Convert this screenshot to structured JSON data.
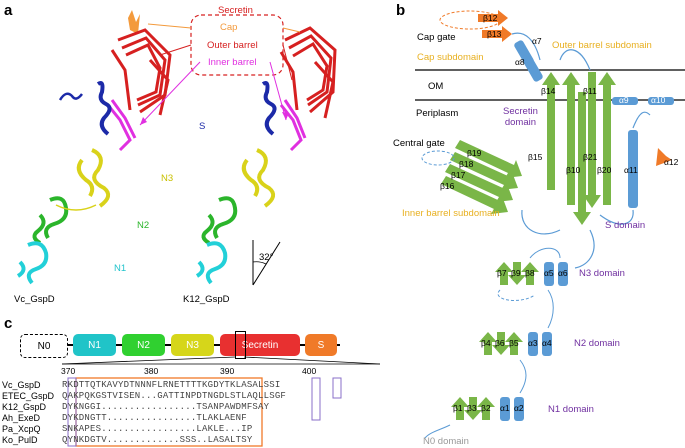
{
  "panels": {
    "a": "a",
    "b": "b",
    "c": "c"
  },
  "panel_a": {
    "legend": {
      "secretin": "Secretin",
      "cap": "Cap",
      "outer_barrel": "Outer barrel",
      "inner_barrel": "Inner barrel"
    },
    "labels": {
      "s": "S",
      "n3": "N3",
      "n2": "N2",
      "n1": "N1",
      "angle": "32°",
      "vc": "Vc_GspD",
      "k12": "K12_GspD"
    },
    "colors": {
      "secretin": "#d62020",
      "cap": "#f39a3c",
      "outer_barrel": "#d62020",
      "inner_barrel": "#e030e0",
      "s": "#1c2aa8",
      "n3": "#d9d21a",
      "n2": "#2bb52b",
      "n1": "#22d0d8"
    }
  },
  "panel_b": {
    "membranes": {
      "om": "OM",
      "periplasm": "Periplasm"
    },
    "labels": {
      "cap_gate": "Cap gate",
      "cap_subdomain": "Cap subdomain",
      "outer_barrel_subdomain": "Outer barrel subdomain",
      "secretin_domain": "Secretin\ndomain",
      "central_gate": "Central gate",
      "inner_barrel_subdomain": "Inner barrel subdomain",
      "s_domain": "S domain",
      "n3_domain": "N3 domain",
      "n2_domain": "N2 domain",
      "n1_domain": "N1 domain",
      "n0_domain": "N0 domain"
    },
    "elements": {
      "b12": "β12",
      "b13": "β13",
      "a7": "α7",
      "a8": "α8",
      "b14": "β14",
      "b11": "β11",
      "a9": "α9",
      "a10": "α10",
      "b19": "β19",
      "b18": "β18",
      "b17": "β17",
      "b16": "β16",
      "b15": "β15",
      "b10": "β10",
      "b21": "β21",
      "b20": "β20",
      "a11": "α11",
      "a12": "α12",
      "b7": "β7",
      "b9": "β9",
      "b8": "β8",
      "a5": "α5",
      "a6": "α6",
      "b4": "β4",
      "b6": "β6",
      "b5": "β5",
      "a3": "α3",
      "a4": "α4",
      "b1": "β1",
      "b3": "β3",
      "b2": "β2",
      "a1": "α1",
      "a2": "α2"
    },
    "colors": {
      "strand": "#7ab648",
      "helix": "#5b9bd5",
      "cap_strand": "#f07a28",
      "domain_label": "#7030a0",
      "subdomain_label": "#e8b020",
      "a12": "#f07a28"
    }
  },
  "panel_c": {
    "domains": [
      {
        "label": "N0",
        "color": "#ffffff"
      },
      {
        "label": "N1",
        "color": "#20c4c8"
      },
      {
        "label": "N2",
        "color": "#30d030"
      },
      {
        "label": "N3",
        "color": "#d6d61a"
      },
      {
        "label": "Secretin",
        "color": "#e83030"
      },
      {
        "label": "S",
        "color": "#f07a28"
      }
    ],
    "ruler": [
      "370",
      "380",
      "390",
      "400"
    ],
    "alignment": [
      {
        "name": "Vc_GspD",
        "seq": "RKDTTQTKAVYDTNNNFLRNETTTTKGDYTKLASALSSI"
      },
      {
        "name": "ETEC_GspD",
        "seq": "QAKPQKGSTVISEN...GATTINPDTNGDLSTLAQLLSGF"
      },
      {
        "name": "K12_GspD",
        "seq": "DYKNGGI.................TSANPAWDMFSAY"
      },
      {
        "name": "Ah_ExeD",
        "seq": "DYKDNGTT................TLAKLAENF"
      },
      {
        "name": "Pa_XcpQ",
        "seq": "SNKAPES.................LAKLE...IP"
      },
      {
        "name": "Ko_PulD",
        "seq": "QYNKDGTV.............SSS..LASALTSY"
      }
    ]
  }
}
